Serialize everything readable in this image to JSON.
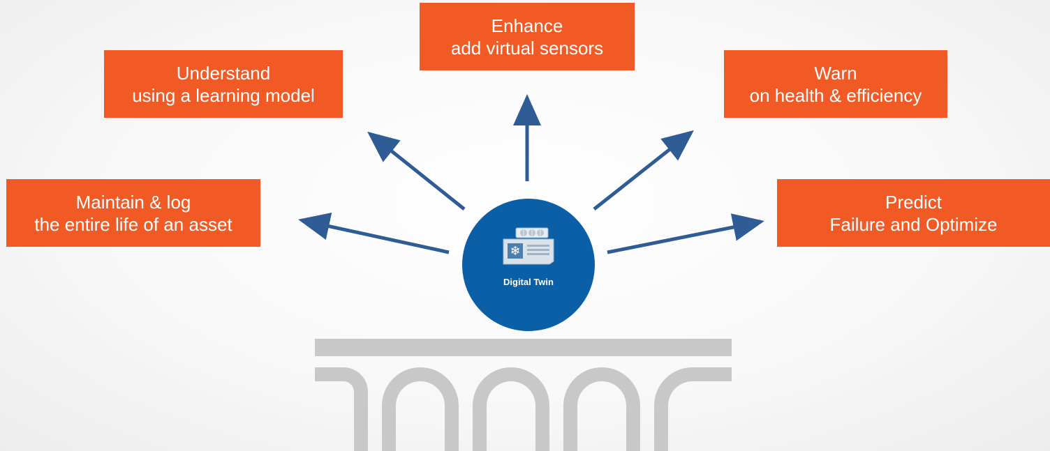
{
  "center": {
    "label": "Digital Twin",
    "icon": "hvac-unit-icon"
  },
  "boxes": {
    "enhance": {
      "title": "Enhance",
      "subtitle": "add virtual sensors"
    },
    "understand": {
      "title": "Understand",
      "subtitle": "using a learning model"
    },
    "warn": {
      "title": "Warn",
      "subtitle": "on health & efficiency"
    },
    "maintain": {
      "title": "Maintain & log",
      "subtitle": "the entire life of an asset"
    },
    "predict": {
      "title": "Predict",
      "subtitle": "Failure and Optimize"
    }
  },
  "colors": {
    "box": "#f15a24",
    "circle": "#0a5fa6",
    "arrow": "#2f5c94",
    "logo": "#c8c8c8"
  }
}
